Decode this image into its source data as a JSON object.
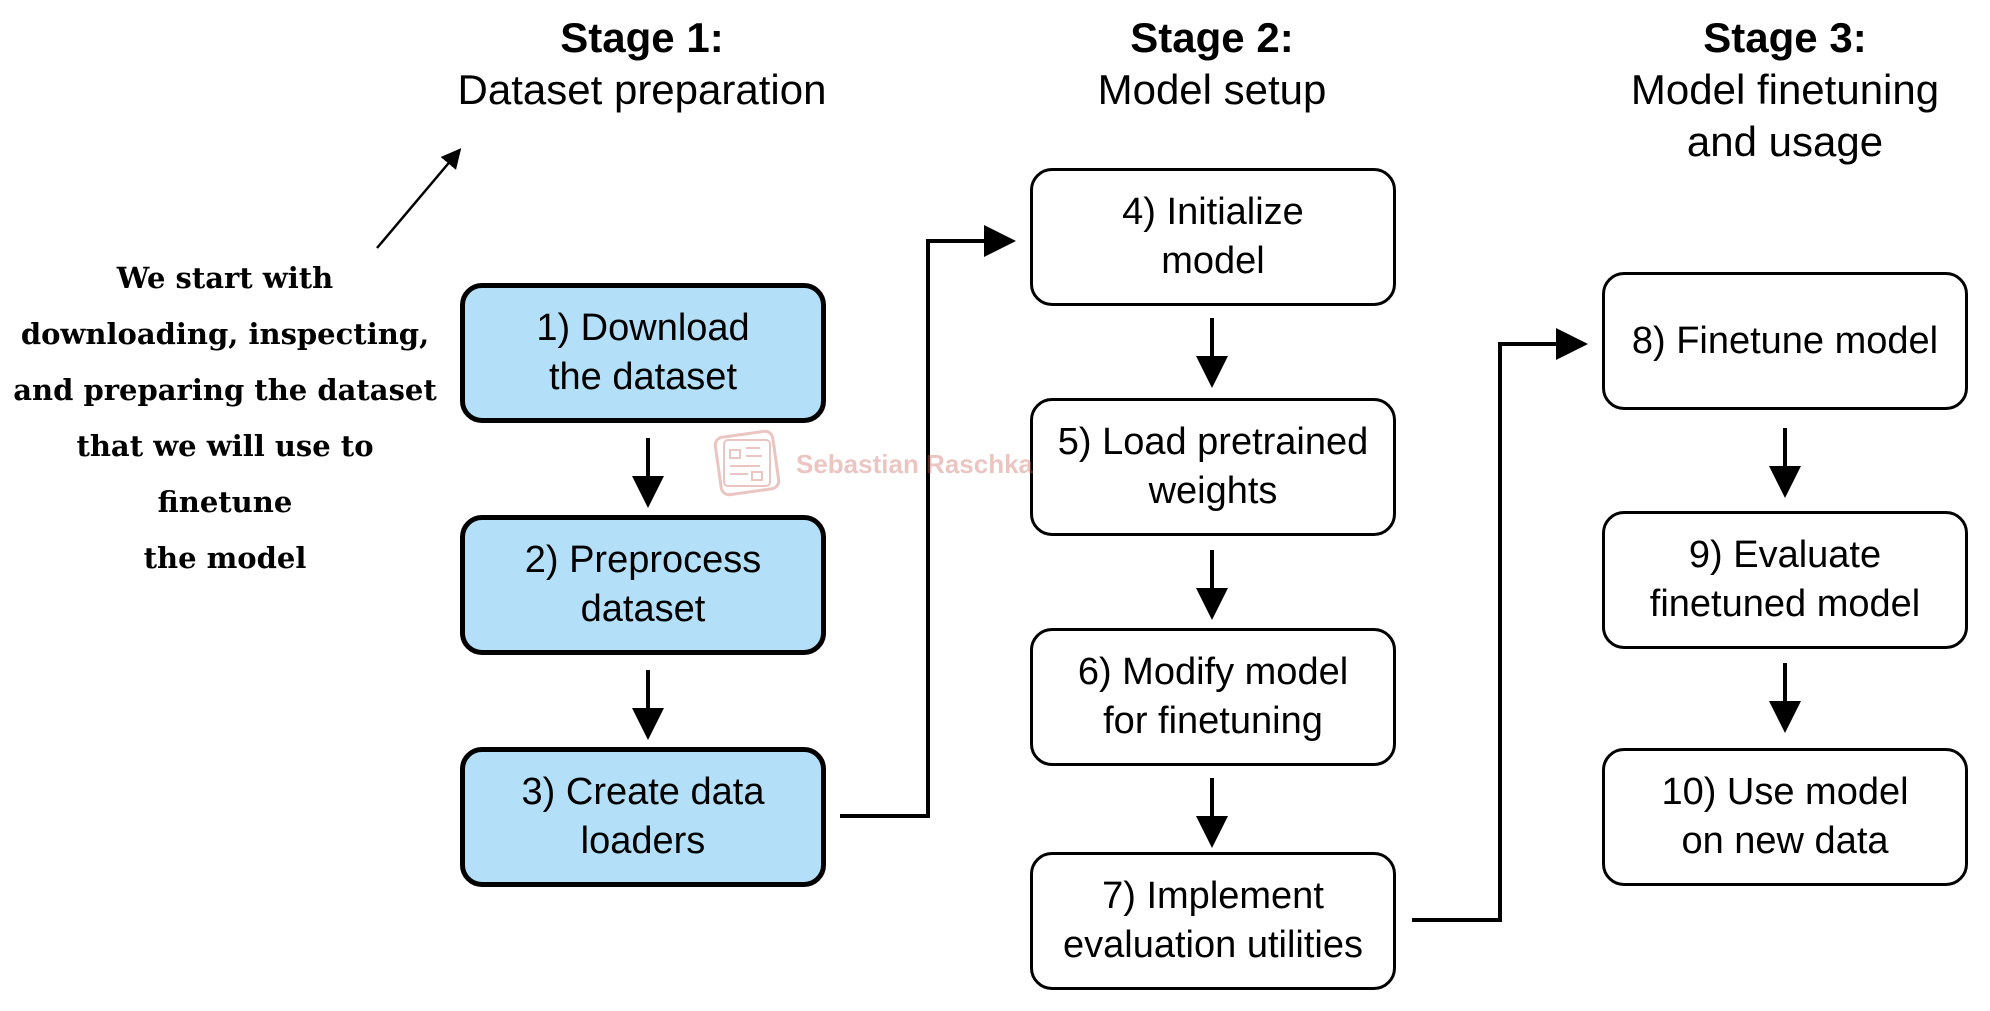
{
  "stages": [
    {
      "title": "Stage 1:",
      "subtitle": "Dataset preparation"
    },
    {
      "title": "Stage 2:",
      "subtitle": "Model setup"
    },
    {
      "title": "Stage 3:",
      "subtitle": "Model finetuning\nand usage"
    }
  ],
  "steps": [
    {
      "label": "1) Download\nthe dataset",
      "stage": 1,
      "highlighted": true
    },
    {
      "label": "2) Preprocess\ndataset",
      "stage": 1,
      "highlighted": true
    },
    {
      "label": "3) Create data\nloaders",
      "stage": 1,
      "highlighted": true
    },
    {
      "label": "4) Initialize\nmodel",
      "stage": 2,
      "highlighted": false
    },
    {
      "label": "5) Load pretrained\nweights",
      "stage": 2,
      "highlighted": false
    },
    {
      "label": "6) Modify model\nfor finetuning",
      "stage": 2,
      "highlighted": false
    },
    {
      "label": "7) Implement\nevaluation utilities",
      "stage": 2,
      "highlighted": false
    },
    {
      "label": "8) Finetune model",
      "stage": 3,
      "highlighted": false
    },
    {
      "label": "9) Evaluate\nfinetuned model",
      "stage": 3,
      "highlighted": false
    },
    {
      "label": "10) Use model\non new data",
      "stage": 3,
      "highlighted": false
    }
  ],
  "note": "We start with\ndownloading, inspecting,\nand preparing the dataset\nthat we will use to finetune\nthe model",
  "watermark": "Sebastian Raschka",
  "colors": {
    "highlight_fill": "#b3e0f8",
    "stroke": "#000000",
    "watermark": "#c9695f"
  }
}
